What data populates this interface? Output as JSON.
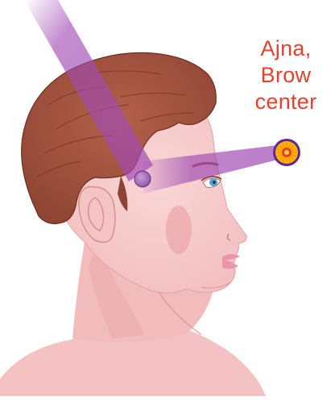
{
  "label": {
    "lines": [
      "Ajna,",
      "Brow",
      "center"
    ],
    "color": "#e8402e"
  },
  "colors": {
    "skin": "#f6c9c9",
    "skin_shadow": "#eba8ab",
    "hair": "#a4533f",
    "hair_dark": "#7c3626",
    "beam": "#a14bb3",
    "pineal": "#a55fb2",
    "iris": "#4fa6d6",
    "lips": "#e996ad",
    "chakra_outer": "#6a2fa0",
    "chakra_inner": "#ffb400",
    "chakra_core": "#e8402e"
  },
  "icons": [
    "chakra-symbol-icon"
  ]
}
